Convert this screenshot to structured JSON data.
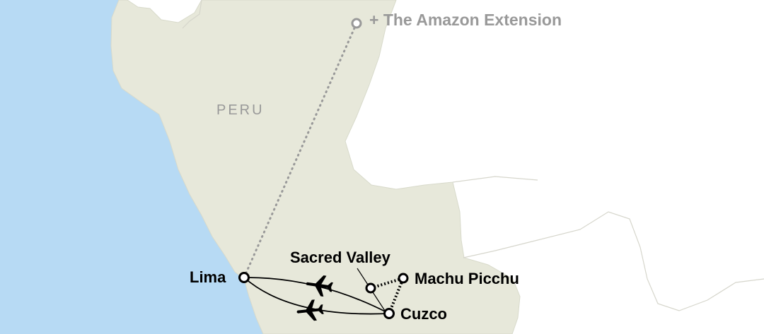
{
  "map": {
    "country_label": "PERU",
    "extension_label": "+ The Amazon Extension",
    "places": {
      "lima": "Lima",
      "sacred_valley": "Sacred Valley",
      "machu_picchu": "Machu Picchu",
      "cuzco": "Cuzco"
    },
    "colors": {
      "ocean": "#b7daf4",
      "peru_land": "#e7e8da",
      "other_land": "#ffffff",
      "route": "#000000",
      "extension": "#999999"
    }
  }
}
